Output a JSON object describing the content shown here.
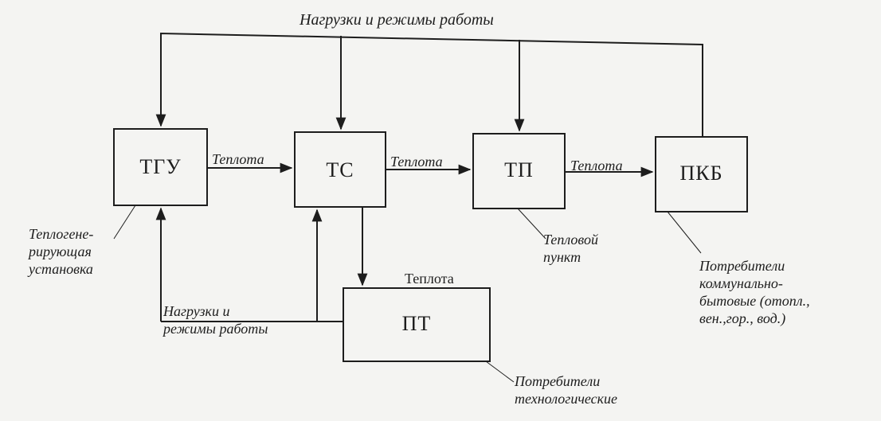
{
  "diagram": {
    "title": "Нагрузки и режимы работы",
    "blocks": {
      "tgu": "ТГУ",
      "ts": "ТС",
      "tp": "ТП",
      "pkb": "ПКБ",
      "pt": "ПТ"
    },
    "flow_labels": {
      "tgu_ts": "Теплота",
      "ts_tp": "Теплота",
      "tp_pkb": "Теплота",
      "ts_pt": "Теплота"
    },
    "feedback_label": "Нагрузки и\nрежимы работы",
    "notes": {
      "tgu": "Теплогене-\nрирующая\nустановка",
      "tp": "Тепловой\nпункт",
      "pkb": "Потребители\nкоммунально-\nбытовые (отопл.,\nвен.,гор., вод.)",
      "pt": "Потребители\nтехнологические"
    },
    "colors": {
      "ink": "#1d1d1d",
      "paper": "#f4f4f2"
    }
  }
}
